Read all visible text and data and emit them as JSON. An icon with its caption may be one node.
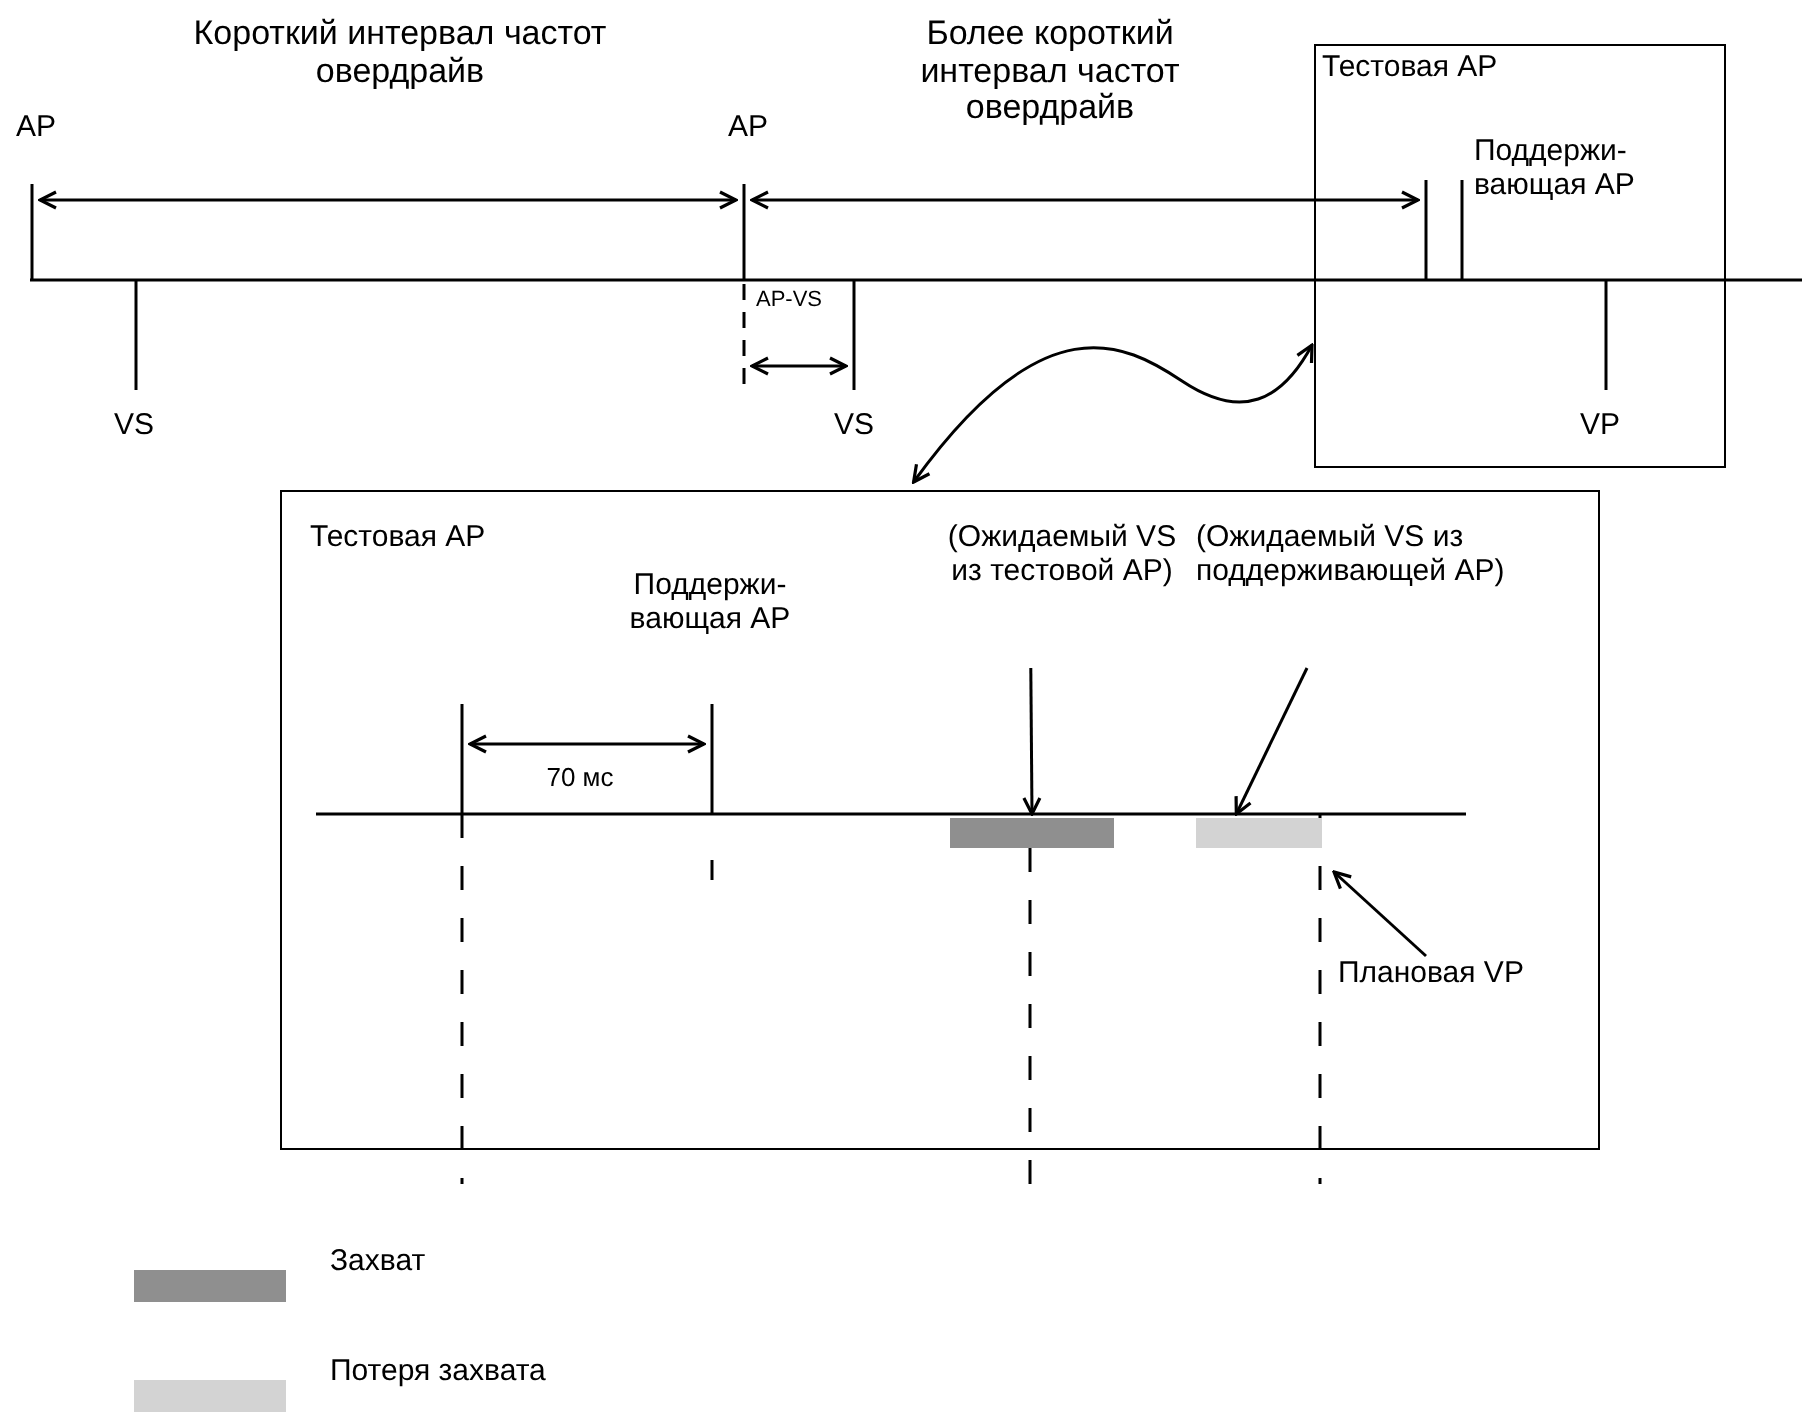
{
  "diagram": {
    "nodes": [
      {
        "text": [
          "Тестовая AP"
        ]
      },
      {
        "text": [
          "Тестовая AP"
        ]
      },
      {
        "text": [
          "Плановая VP"
        ],
        "in": 1
      },
      {
        "text": [
          "(Ожидаемый VS из тестовой AP)"
        ],
        "in": 1
      },
      {
        "text": [],
        "shape": "bar",
        "in": 1
      },
      {
        "text": [
          "(Ожидаемый VS из поддерживающей AP)"
        ],
        "in": 1
      },
      {
        "text": [],
        "shape": "bar",
        "in": 1
      }
    ],
    "edges": [
      {
        "from": 0,
        "to": 1,
        "arrow": "both"
      },
      {
        "from": 3,
        "to": 4,
        "arrow": "to"
      },
      {
        "from": 5,
        "to": 6,
        "arrow": "to"
      },
      {
        "from": 2,
        "to": 6,
        "arrow": "to"
      }
    ],
    "labels": [
      "Короткий интервал частот овердрайв",
      "Более короткий интервал частот овердрайв",
      "AP",
      "AP",
      "Поддержи- вающая AP",
      "AP-VS",
      "VS",
      "VS",
      "VP",
      "Поддержи- вающая AP",
      "70 мс"
    ],
    "legend": [
      {
        "text": "Захват",
        "color": "#8f8f8f"
      },
      {
        "text": "Потеря захвата",
        "color": "#d3d3d3"
      }
    ]
  }
}
